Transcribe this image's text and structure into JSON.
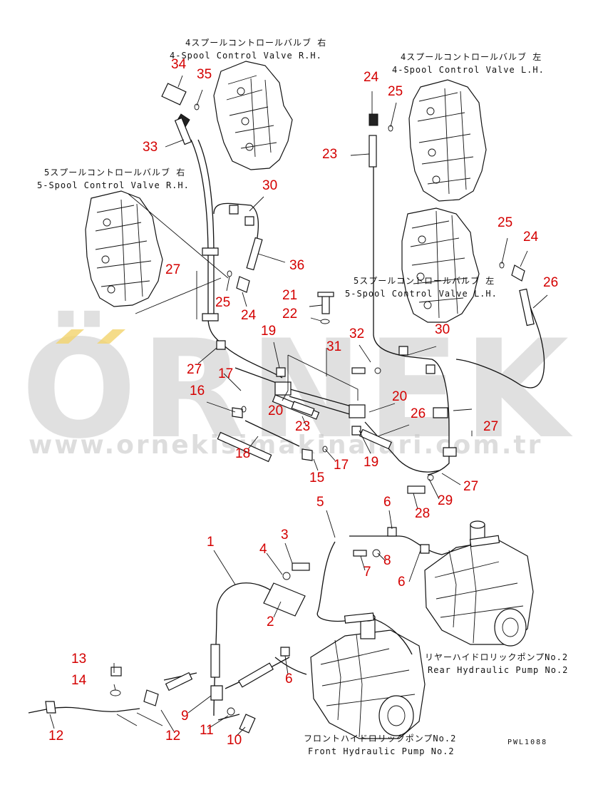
{
  "captions": {
    "valve_4spool_rh_jp": "4スプールコントロールバルブ 右",
    "valve_4spool_rh_en": "4-Spool Control Valve R.H.",
    "valve_4spool_lh_jp": "4スプールコントロールバルブ 左",
    "valve_4spool_lh_en": "4-Spool Control Valve L.H.",
    "valve_5spool_rh_jp": "5スプールコントロールバルブ 右",
    "valve_5spool_rh_en": "5-Spool Control Valve R.H.",
    "valve_5spool_lh_jp": "5スプールコントロールバルブ 左",
    "valve_5spool_lh_en": "5-Spool Control Valve L.H.",
    "rear_pump_jp": "リヤーハイドロリックポンプNo.2",
    "rear_pump_en": "Rear Hydraulic Pump No.2",
    "front_pump_jp": "フロントハイドロリックポンプNo.2",
    "front_pump_en": "Front Hydraulic Pump No.2"
  },
  "drawing_code": "PWL1088",
  "watermark": {
    "brand": "ÖRNEK",
    "url": "www.ornekisimakinalari.com.tr",
    "accent_color": "#f2d36b"
  },
  "callouts": [
    {
      "id": "c34",
      "label": "34"
    },
    {
      "id": "c35",
      "label": "35"
    },
    {
      "id": "c33",
      "label": "33"
    },
    {
      "id": "c24a",
      "label": "24"
    },
    {
      "id": "c25a",
      "label": "25"
    },
    {
      "id": "c23a",
      "label": "23"
    },
    {
      "id": "c30a",
      "label": "30"
    },
    {
      "id": "c36",
      "label": "36"
    },
    {
      "id": "c25b",
      "label": "25"
    },
    {
      "id": "c24b",
      "label": "24"
    },
    {
      "id": "c26a",
      "label": "26"
    },
    {
      "id": "c27a",
      "label": "27"
    },
    {
      "id": "c25c",
      "label": "25"
    },
    {
      "id": "c24c",
      "label": "24"
    },
    {
      "id": "c21",
      "label": "21"
    },
    {
      "id": "c22",
      "label": "22"
    },
    {
      "id": "c30b",
      "label": "30"
    },
    {
      "id": "c19a",
      "label": "19"
    },
    {
      "id": "c31",
      "label": "31"
    },
    {
      "id": "c32",
      "label": "32"
    },
    {
      "id": "c27b",
      "label": "27"
    },
    {
      "id": "c17a",
      "label": "17"
    },
    {
      "id": "c16",
      "label": "16"
    },
    {
      "id": "c20a",
      "label": "20"
    },
    {
      "id": "c20b",
      "label": "20"
    },
    {
      "id": "c23b",
      "label": "23"
    },
    {
      "id": "c26b",
      "label": "26"
    },
    {
      "id": "c27c",
      "label": "27"
    },
    {
      "id": "c18",
      "label": "18"
    },
    {
      "id": "c19b",
      "label": "19"
    },
    {
      "id": "c17b",
      "label": "17"
    },
    {
      "id": "c15",
      "label": "15"
    },
    {
      "id": "c27d",
      "label": "27"
    },
    {
      "id": "c29",
      "label": "29"
    },
    {
      "id": "c28",
      "label": "28"
    },
    {
      "id": "c5",
      "label": "5"
    },
    {
      "id": "c6a",
      "label": "6"
    },
    {
      "id": "c1",
      "label": "1"
    },
    {
      "id": "c3",
      "label": "3"
    },
    {
      "id": "c4",
      "label": "4"
    },
    {
      "id": "c8",
      "label": "8"
    },
    {
      "id": "c7",
      "label": "7"
    },
    {
      "id": "c6b",
      "label": "6"
    },
    {
      "id": "c2",
      "label": "2"
    },
    {
      "id": "c6c",
      "label": "6"
    },
    {
      "id": "c13",
      "label": "13"
    },
    {
      "id": "c14",
      "label": "14"
    },
    {
      "id": "c9",
      "label": "9"
    },
    {
      "id": "c11",
      "label": "11"
    },
    {
      "id": "c10",
      "label": "10"
    },
    {
      "id": "c12a",
      "label": "12"
    },
    {
      "id": "c12b",
      "label": "12"
    }
  ]
}
